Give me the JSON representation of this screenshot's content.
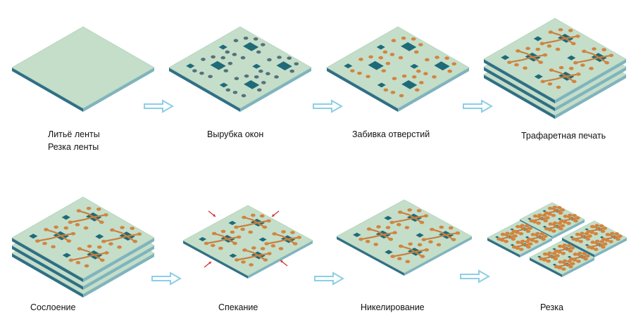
{
  "steps": [
    {
      "label_lines": [
        "Литьё ленты",
        "Резка ленты"
      ]
    },
    {
      "label_lines": [
        "Вырубка окон"
      ]
    },
    {
      "label_lines": [
        "Забивка отверстий"
      ]
    },
    {
      "label_lines": [
        "Трафаретная печать"
      ]
    },
    {
      "label_lines": [
        "Сослоение"
      ]
    },
    {
      "label_lines": [
        "Спекание"
      ]
    },
    {
      "label_lines": [
        "Никелирование"
      ]
    },
    {
      "label_lines": [
        "Резка"
      ]
    }
  ],
  "colors": {
    "ceramic_top": "#c4dec9",
    "ceramic_side_left": "#2f6f86",
    "ceramic_side_right": "#7fb3bf",
    "window": "#1f6a78",
    "via_empty": "#55707c",
    "via_filled": "#d2843e",
    "trace": "#c9803f",
    "arrow_outline": "#8ccfe6",
    "arrow_fill": "#ffffff",
    "shrink_arrow": "#d0302a",
    "label_text": "#111111"
  },
  "icons": {
    "process_arrow": "hollow-right-arrow-icon",
    "shrink_arrow": "red-inward-arrow-icon"
  }
}
